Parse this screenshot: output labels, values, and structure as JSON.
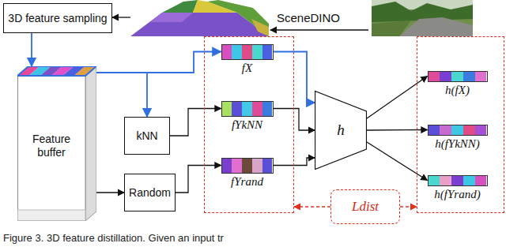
{
  "diagram": {
    "caption": "Figure 3. 3D feature distillation. Given an input tr",
    "nodes": [
      {
        "text": [
          "3D feature sampling"
        ]
      },
      {
        "text": [
          "Feature buffer"
        ]
      },
      {
        "text": [
          "kNN"
        ]
      },
      {
        "text": [
          "Random"
        ]
      },
      {
        "text": []
      },
      {
        "text": [
          "fX"
        ],
        "in": 4
      },
      {
        "text": [
          "fYkNN"
        ],
        "in": 4
      },
      {
        "text": [
          "fYrand"
        ],
        "in": 4
      },
      {
        "text": [
          "h"
        ]
      },
      {
        "text": []
      },
      {
        "text": [
          "h(fX)"
        ],
        "in": 9
      },
      {
        "text": [
          "h(fYkNN)"
        ],
        "in": 9
      },
      {
        "text": [
          "h(fYrand)"
        ],
        "in": 9
      },
      {
        "text": [
          "Ldist"
        ]
      }
    ],
    "edges": [
      {
        "from": 0,
        "to": 1,
        "arrow": "to"
      },
      {
        "from": 1,
        "to": 5,
        "arrow": "to"
      },
      {
        "from": 1,
        "to": 2,
        "arrow": "to"
      },
      {
        "from": 2,
        "to": 6,
        "arrow": "to"
      },
      {
        "from": 1,
        "to": 3,
        "arrow": "to"
      },
      {
        "from": 3,
        "to": 7,
        "arrow": "to"
      },
      {
        "from": 5,
        "to": 8,
        "arrow": "to"
      },
      {
        "from": 6,
        "to": 8,
        "arrow": "to"
      },
      {
        "from": 7,
        "to": 8,
        "arrow": "to"
      },
      {
        "from": 8,
        "to": 10,
        "arrow": "to"
      },
      {
        "from": 8,
        "to": 11,
        "arrow": "to"
      },
      {
        "from": 8,
        "to": 12,
        "arrow": "to"
      },
      {
        "from": 13,
        "to": 4,
        "arrow": "to"
      },
      {
        "from": 13,
        "to": 9,
        "arrow": "to"
      }
    ],
    "labels": [
      "SceneDINO"
    ]
  }
}
